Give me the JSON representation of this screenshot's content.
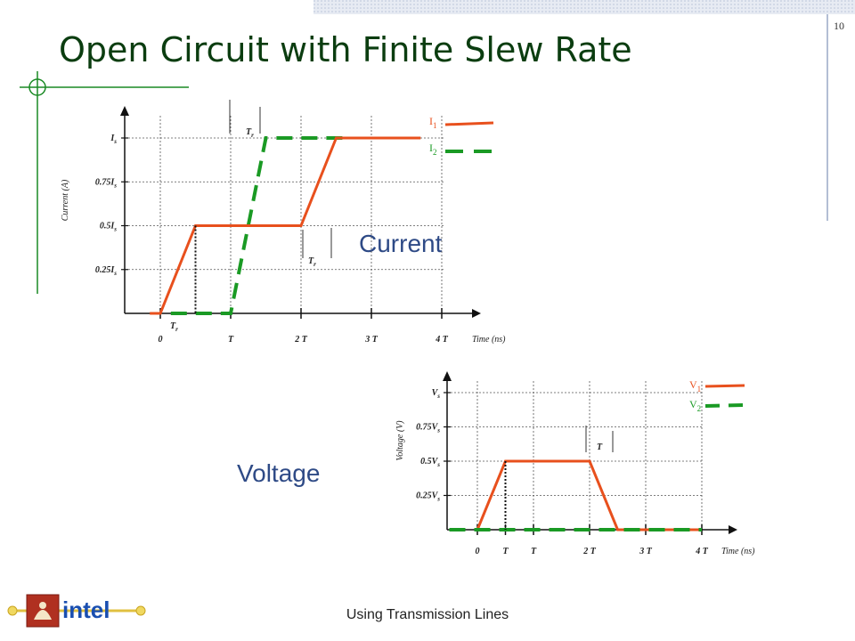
{
  "slide": {
    "title": "Open Circuit with Finite Slew Rate",
    "page_number": "10",
    "footer": "Using Transmission Lines",
    "current_label": "Current",
    "voltage_label": "Voltage",
    "logo_text": "intel"
  },
  "colors": {
    "series1": "#e8501d",
    "series2": "#1a9a24",
    "title": "#0b3d10",
    "label": "#2e4a86",
    "header_band": "#d4dbe8"
  },
  "chart_data": [
    {
      "type": "line",
      "xlabel": "Time (ns)",
      "ylabel": "Current (A)",
      "x_ticks": [
        "0",
        "T",
        "2 T",
        "3 T",
        "4 T"
      ],
      "y_ticks": [
        "0.25I",
        "0.5I",
        "0.75I",
        "I"
      ],
      "y_tick_subscript": "s",
      "slew_label": "T",
      "slew_subscript": "r",
      "series": [
        {
          "name": "I1",
          "x": [
            -0.15,
            0,
            0.5,
            2.0,
            2.5,
            3.7
          ],
          "y": [
            0,
            0,
            0.5,
            0.5,
            1,
            1
          ]
        },
        {
          "name": "I2",
          "x": [
            0.15,
            1.0,
            1.5,
            2.6
          ],
          "y": [
            0,
            0,
            1,
            1
          ]
        }
      ],
      "legend": [
        {
          "label": "I",
          "sub": "1"
        },
        {
          "label": "I",
          "sub": "2"
        }
      ]
    },
    {
      "type": "line",
      "xlabel": "Time (ns)",
      "ylabel": "Voltage (V)",
      "x_ticks": [
        "0",
        "T",
        "T",
        "2 T",
        "3 T",
        "4 T"
      ],
      "x_tick_values": [
        0,
        0.5,
        1,
        2,
        3,
        4
      ],
      "y_ticks": [
        "0.25V",
        "0.5V",
        "0.75V",
        "V"
      ],
      "y_tick_subscript": "s",
      "slew_label": "T",
      "series": [
        {
          "name": "V1",
          "x": [
            0,
            0.5,
            2.0,
            2.5,
            4.0
          ],
          "y": [
            0,
            0.5,
            0.5,
            0,
            0
          ]
        },
        {
          "name": "V2",
          "x": [
            -0.5,
            4.0
          ],
          "y": [
            0,
            0
          ]
        }
      ],
      "legend": [
        {
          "label": "V",
          "sub": "1"
        },
        {
          "label": "V",
          "sub": "2"
        }
      ]
    }
  ]
}
